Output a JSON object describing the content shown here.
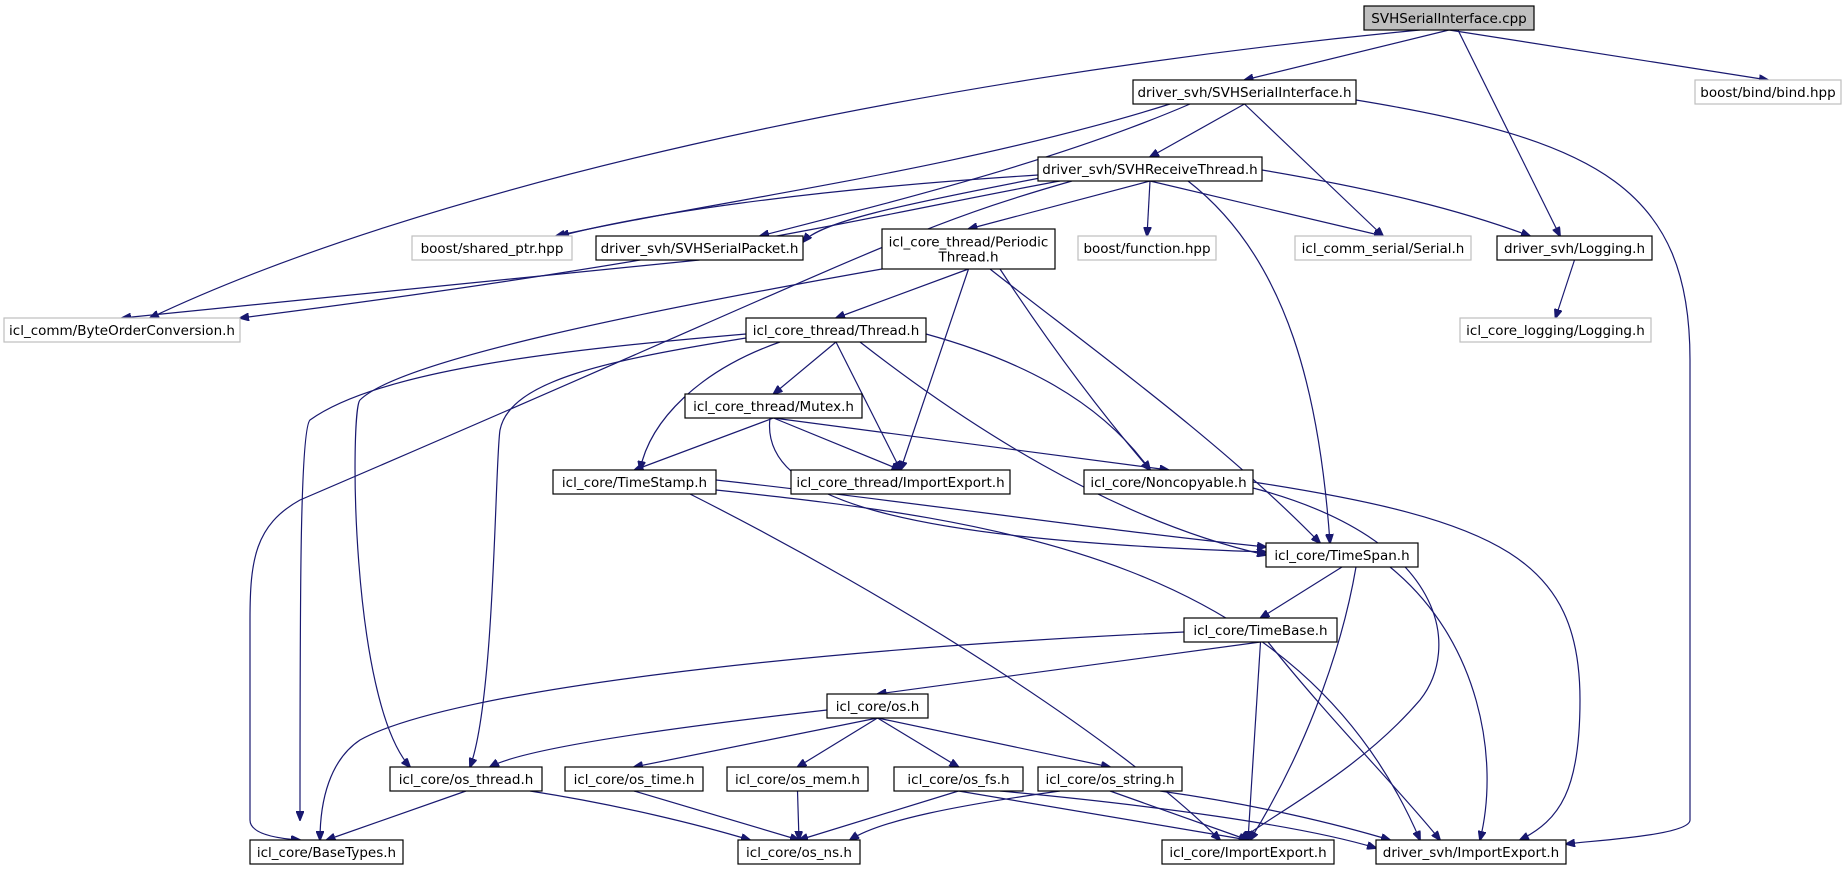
{
  "diagram": {
    "kind": "include-dependency-graph",
    "colors": {
      "edge": "#191970",
      "border": "#000000",
      "root_fill": "#bfbfbf",
      "external_border": "#bfbfbf"
    },
    "nodes": [
      {
        "id": "root",
        "label": "SVHSerialInterface.cpp",
        "style": "root"
      },
      {
        "id": "svhserialinterface_h",
        "label": "driver_svh/SVHSerialInterface.h",
        "style": "normal"
      },
      {
        "id": "boost_bind",
        "label": "boost/bind/bind.hpp",
        "style": "external"
      },
      {
        "id": "svhreceivethread",
        "label": "driver_svh/SVHReceiveThread.h",
        "style": "normal"
      },
      {
        "id": "boost_shared_ptr",
        "label": "boost/shared_ptr.hpp",
        "style": "external"
      },
      {
        "id": "svhserialpacket",
        "label": "driver_svh/SVHSerialPacket.h",
        "style": "normal"
      },
      {
        "id": "periodic_thread",
        "label": [
          "icl_core_thread/Periodic",
          "Thread.h"
        ],
        "style": "normal"
      },
      {
        "id": "boost_function",
        "label": "boost/function.hpp",
        "style": "external"
      },
      {
        "id": "serial",
        "label": "icl_comm_serial/Serial.h",
        "style": "external"
      },
      {
        "id": "svh_logging",
        "label": "driver_svh/Logging.h",
        "style": "normal"
      },
      {
        "id": "byteorder",
        "label": "icl_comm/ByteOrderConversion.h",
        "style": "external"
      },
      {
        "id": "core_logging",
        "label": "icl_core_logging/Logging.h",
        "style": "external"
      },
      {
        "id": "thread_h",
        "label": "icl_core_thread/Thread.h",
        "style": "normal"
      },
      {
        "id": "mutex_h",
        "label": "icl_core_thread/Mutex.h",
        "style": "normal"
      },
      {
        "id": "timestamp",
        "label": "icl_core/TimeStamp.h",
        "style": "normal"
      },
      {
        "id": "thread_importexport",
        "label": "icl_core_thread/ImportExport.h",
        "style": "normal"
      },
      {
        "id": "noncopyable",
        "label": "icl_core/Noncopyable.h",
        "style": "normal"
      },
      {
        "id": "timespan",
        "label": "icl_core/TimeSpan.h",
        "style": "normal"
      },
      {
        "id": "timebase",
        "label": "icl_core/TimeBase.h",
        "style": "normal"
      },
      {
        "id": "os_h",
        "label": "icl_core/os.h",
        "style": "normal"
      },
      {
        "id": "os_thread",
        "label": "icl_core/os_thread.h",
        "style": "normal"
      },
      {
        "id": "os_time",
        "label": "icl_core/os_time.h",
        "style": "normal"
      },
      {
        "id": "os_mem",
        "label": "icl_core/os_mem.h",
        "style": "normal"
      },
      {
        "id": "os_fs",
        "label": "icl_core/os_fs.h",
        "style": "normal"
      },
      {
        "id": "os_string",
        "label": "icl_core/os_string.h",
        "style": "normal"
      },
      {
        "id": "basetypes",
        "label": "icl_core/BaseTypes.h",
        "style": "normal"
      },
      {
        "id": "os_ns",
        "label": "icl_core/os_ns.h",
        "style": "normal"
      },
      {
        "id": "core_importexport",
        "label": "icl_core/ImportExport.h",
        "style": "normal"
      },
      {
        "id": "svh_importexport",
        "label": "driver_svh/ImportExport.h",
        "style": "normal"
      }
    ],
    "edges": [
      {
        "from": "root",
        "to": "svhserialinterface_h"
      },
      {
        "from": "root",
        "to": "boost_bind"
      },
      {
        "from": "root",
        "to": "svh_logging"
      },
      {
        "from": "root",
        "to": "byteorder"
      },
      {
        "from": "svhserialinterface_h",
        "to": "svhreceivethread"
      },
      {
        "from": "svhserialinterface_h",
        "to": "boost_shared_ptr"
      },
      {
        "from": "svhserialinterface_h",
        "to": "svhserialpacket"
      },
      {
        "from": "svhserialinterface_h",
        "to": "serial"
      },
      {
        "from": "svhserialinterface_h",
        "to": "svh_importexport"
      },
      {
        "from": "svhreceivethread",
        "to": "boost_shared_ptr"
      },
      {
        "from": "svhreceivethread",
        "to": "svhserialpacket"
      },
      {
        "from": "svhreceivethread",
        "to": "periodic_thread"
      },
      {
        "from": "svhreceivethread",
        "to": "boost_function"
      },
      {
        "from": "svhreceivethread",
        "to": "serial"
      },
      {
        "from": "svhreceivethread",
        "to": "svh_logging"
      },
      {
        "from": "svhreceivethread",
        "to": "byteorder"
      },
      {
        "from": "svhreceivethread",
        "to": "basetypes"
      },
      {
        "from": "svhreceivethread",
        "to": "timespan"
      },
      {
        "from": "svhserialpacket",
        "to": "byteorder"
      },
      {
        "from": "periodic_thread",
        "to": "thread_h"
      },
      {
        "from": "periodic_thread",
        "to": "thread_importexport"
      },
      {
        "from": "periodic_thread",
        "to": "noncopyable"
      },
      {
        "from": "periodic_thread",
        "to": "timespan"
      },
      {
        "from": "periodic_thread",
        "to": "os_thread"
      },
      {
        "from": "svh_logging",
        "to": "core_logging"
      },
      {
        "from": "thread_h",
        "to": "mutex_h"
      },
      {
        "from": "thread_h",
        "to": "timestamp"
      },
      {
        "from": "thread_h",
        "to": "thread_importexport"
      },
      {
        "from": "thread_h",
        "to": "noncopyable"
      },
      {
        "from": "thread_h",
        "to": "timespan"
      },
      {
        "from": "thread_h",
        "to": "basetypes"
      },
      {
        "from": "thread_h",
        "to": "os_thread"
      },
      {
        "from": "mutex_h",
        "to": "timestamp"
      },
      {
        "from": "mutex_h",
        "to": "thread_importexport"
      },
      {
        "from": "mutex_h",
        "to": "noncopyable"
      },
      {
        "from": "mutex_h",
        "to": "timespan"
      },
      {
        "from": "timestamp",
        "to": "timespan"
      },
      {
        "from": "timestamp",
        "to": "core_importexport"
      },
      {
        "from": "timestamp",
        "to": "svh_importexport"
      },
      {
        "from": "noncopyable",
        "to": "core_importexport"
      },
      {
        "from": "noncopyable",
        "to": "svh_importexport"
      },
      {
        "from": "timespan",
        "to": "timebase"
      },
      {
        "from": "timespan",
        "to": "core_importexport"
      },
      {
        "from": "timespan",
        "to": "svh_importexport"
      },
      {
        "from": "timebase",
        "to": "os_h"
      },
      {
        "from": "timebase",
        "to": "basetypes"
      },
      {
        "from": "timebase",
        "to": "core_importexport"
      },
      {
        "from": "timebase",
        "to": "svh_importexport"
      },
      {
        "from": "os_h",
        "to": "os_thread"
      },
      {
        "from": "os_h",
        "to": "os_time"
      },
      {
        "from": "os_h",
        "to": "os_mem"
      },
      {
        "from": "os_h",
        "to": "os_fs"
      },
      {
        "from": "os_h",
        "to": "os_string"
      },
      {
        "from": "os_thread",
        "to": "basetypes"
      },
      {
        "from": "os_thread",
        "to": "os_ns"
      },
      {
        "from": "os_time",
        "to": "os_ns"
      },
      {
        "from": "os_mem",
        "to": "os_ns"
      },
      {
        "from": "os_fs",
        "to": "os_ns"
      },
      {
        "from": "os_fs",
        "to": "core_importexport"
      },
      {
        "from": "os_fs",
        "to": "svh_importexport"
      },
      {
        "from": "os_string",
        "to": "os_ns"
      },
      {
        "from": "os_string",
        "to": "core_importexport"
      },
      {
        "from": "os_string",
        "to": "svh_importexport"
      }
    ]
  }
}
